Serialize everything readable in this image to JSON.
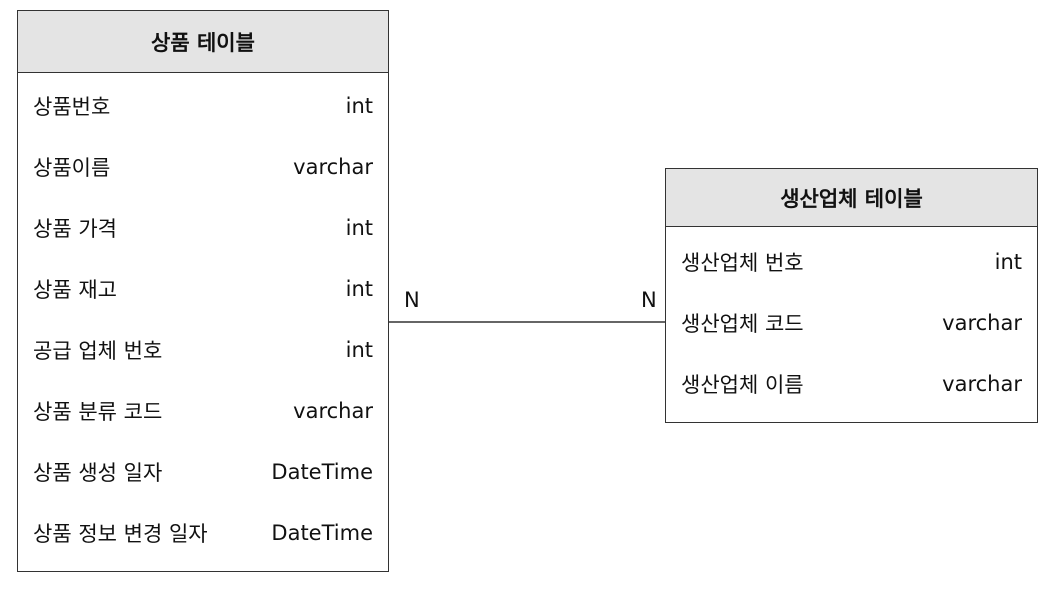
{
  "tables": {
    "product": {
      "title": "상품 테이블",
      "columns": [
        {
          "name": "상품번호",
          "type": "int"
        },
        {
          "name": "상품이름",
          "type": "varchar"
        },
        {
          "name": "상품 가격",
          "type": "int"
        },
        {
          "name": "상품 재고",
          "type": "int"
        },
        {
          "name": "공급 업체 번호",
          "type": "int"
        },
        {
          "name": "상품 분류 코드",
          "type": "varchar"
        },
        {
          "name": "상품 생성 일자",
          "type": "DateTime"
        },
        {
          "name": "상품 정보 변경 일자",
          "type": "DateTime"
        }
      ]
    },
    "maker": {
      "title": "생산업체 테이블",
      "columns": [
        {
          "name": "생산업체 번호",
          "type": "int"
        },
        {
          "name": "생산업체 코드",
          "type": "varchar"
        },
        {
          "name": "생산업체 이름",
          "type": "varchar"
        }
      ]
    }
  },
  "relationship": {
    "left_cardinality": "N",
    "right_cardinality": "N"
  },
  "colors": {
    "header_background": "#e4e4e4",
    "border": "#333333",
    "text": "#111111"
  }
}
